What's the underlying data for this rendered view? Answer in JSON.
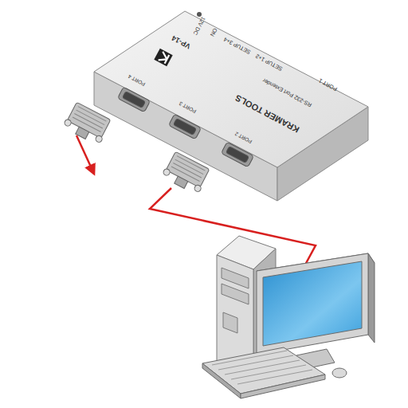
{
  "diagram": {
    "labels": [
      "VP-14",
      "12V DC",
      "ON",
      "SETUP 3+4",
      "SETUP 1+2",
      "PORT 1",
      "RS-232 Port Extender",
      "KRAMER TOOLS",
      "PORT 4",
      "PORT 3",
      "PORT 2"
    ]
  }
}
